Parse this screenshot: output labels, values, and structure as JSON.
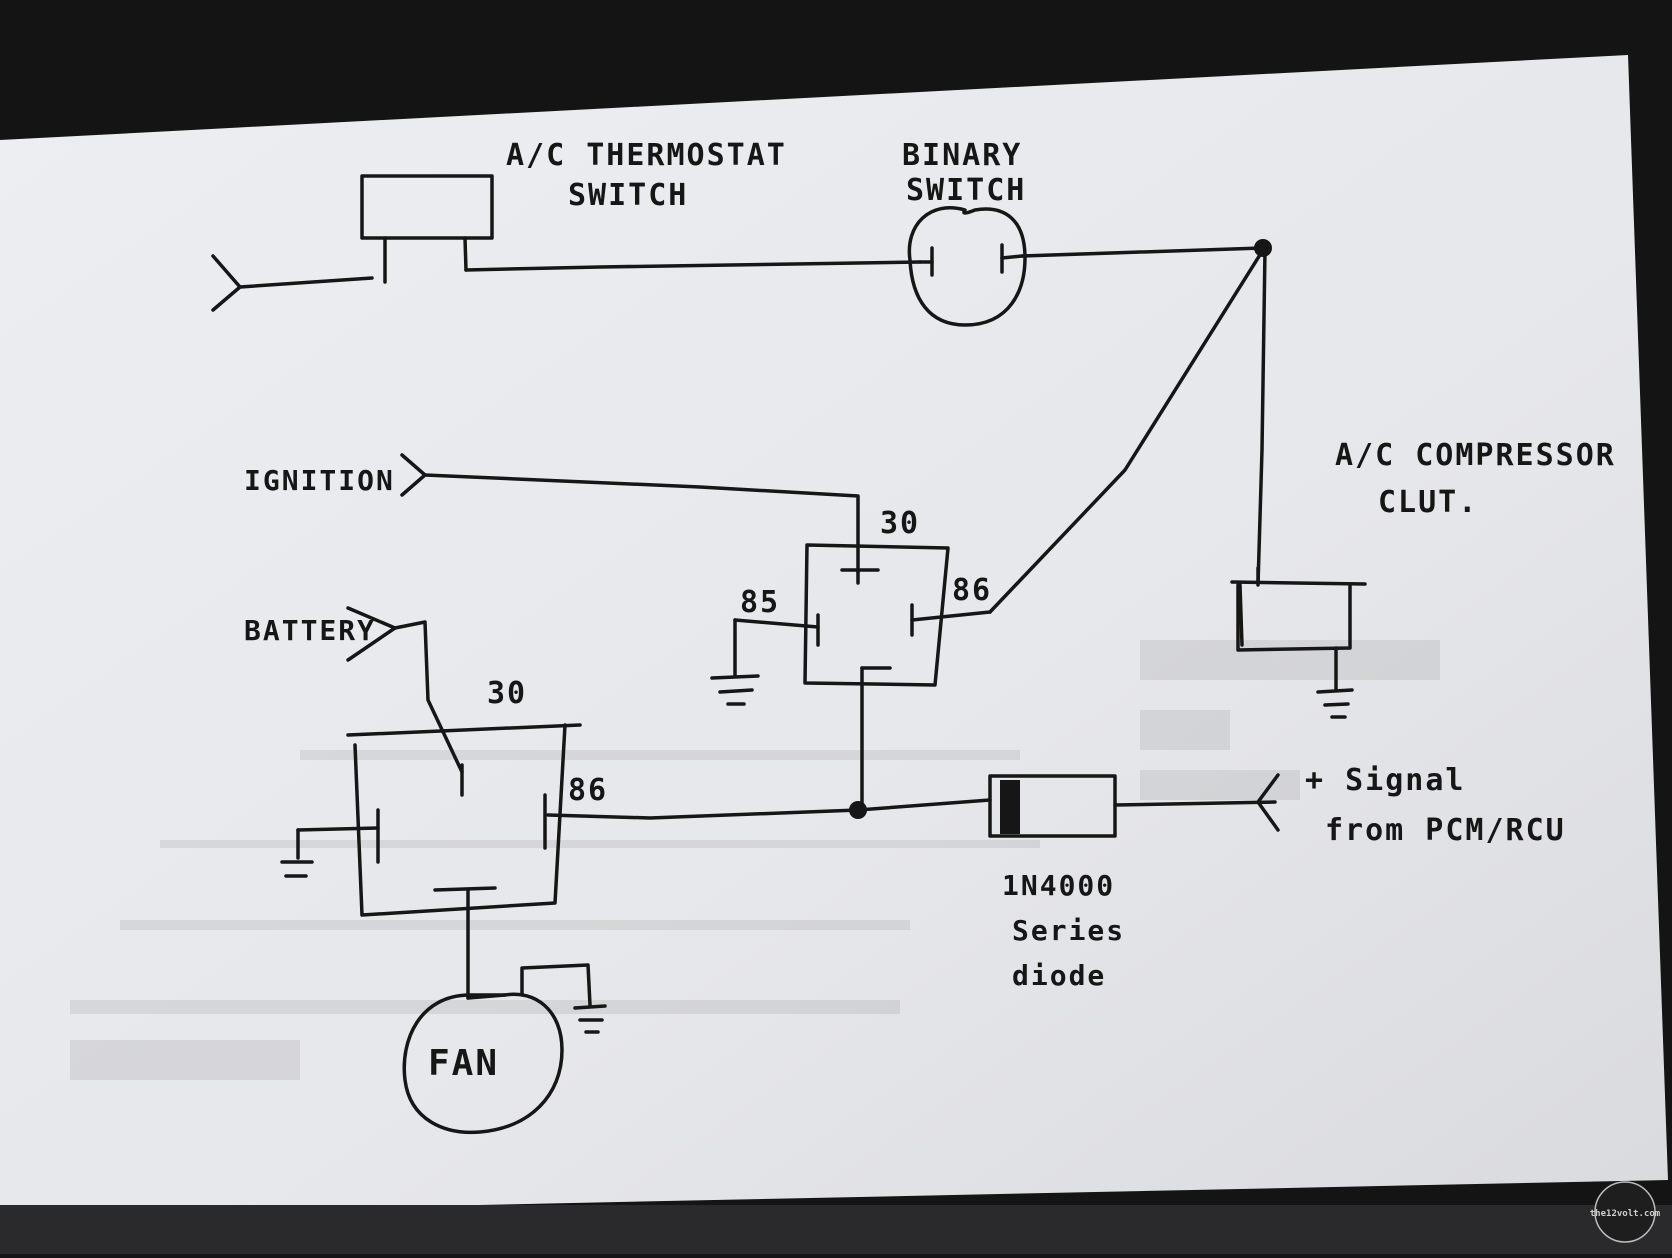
{
  "labels": {
    "thermostat_line1": "A/C THERMOSTAT",
    "thermostat_line2": "SWITCH",
    "binary_line1": "BINARY",
    "binary_line2": "SWITCH",
    "compressor_line1": "A/C COMPRESSOR",
    "compressor_line2": "CLUT.",
    "ignition": "IGNITION",
    "battery": "BATTERY",
    "fan": "FAN",
    "relay1_pin30": "30",
    "relay1_pin85": "85",
    "relay1_pin86": "86",
    "relay2_pin30": "30",
    "relay2_pin86": "86",
    "diode_line1": "1N4000",
    "diode_line2": "Series",
    "diode_line3": "diode",
    "signal_line1": "+ Signal",
    "signal_line2": "from PCM/RCU"
  },
  "watermark": "the12volt.com",
  "colors": {
    "paper": "#e9eaee",
    "ink": "#161616",
    "background": "#141414"
  }
}
